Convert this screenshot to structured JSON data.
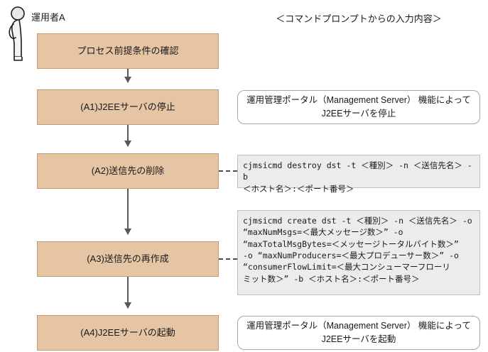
{
  "actor": {
    "icon": "person-standing-icon",
    "label": "運用者A"
  },
  "header": {
    "right_column_title": "＜コマンドプロンプトからの入力内容＞"
  },
  "colors": {
    "process_fill": "#e6c5a4",
    "process_border": "#c49a73",
    "command_fill": "#ececec",
    "command_border": "#bfbfbf",
    "note_border": "#a6a6a6",
    "arrow": "#595959",
    "text": "#1a1a1a"
  },
  "flow": {
    "steps": [
      {
        "id": "step-precondition",
        "label": "プロセス前提条件の確認"
      },
      {
        "id": "step-a1",
        "label": "(A1)J2EEサーバの停止"
      },
      {
        "id": "step-a2",
        "label": "(A2)送信先の削除"
      },
      {
        "id": "step-a3",
        "label": "(A3)送信先の再作成"
      },
      {
        "id": "step-a4",
        "label": "(A4)J2EEサーバの起動"
      }
    ]
  },
  "notes": {
    "a1_note": "運用管理ポータル（Management Server）\n機能によってJ2EEサーバを停止",
    "a2_command": "cjmsicmd destroy dst -t ＜種別＞ -n ＜送信先名＞ -b\n＜ホスト名＞:＜ポート番号＞",
    "a3_command": "cjmsicmd create dst -t ＜種別＞ -n ＜送信先名＞ -o\n“maxNumMsgs=＜最大メッセージ数＞” -o\n“maxTotalMsgBytes=＜メッセージトータルバイト数＞”\n-o “maxNumProducers=＜最大プロデューサー数＞” -o\n“consumerFlowLimit=＜最大コンシューマーフローリ\nミット数＞” -b ＜ホスト名＞:＜ポート番号＞",
    "a4_note": "運用管理ポータル（Management Server）\n機能によってJ2EEサーバを起動"
  }
}
